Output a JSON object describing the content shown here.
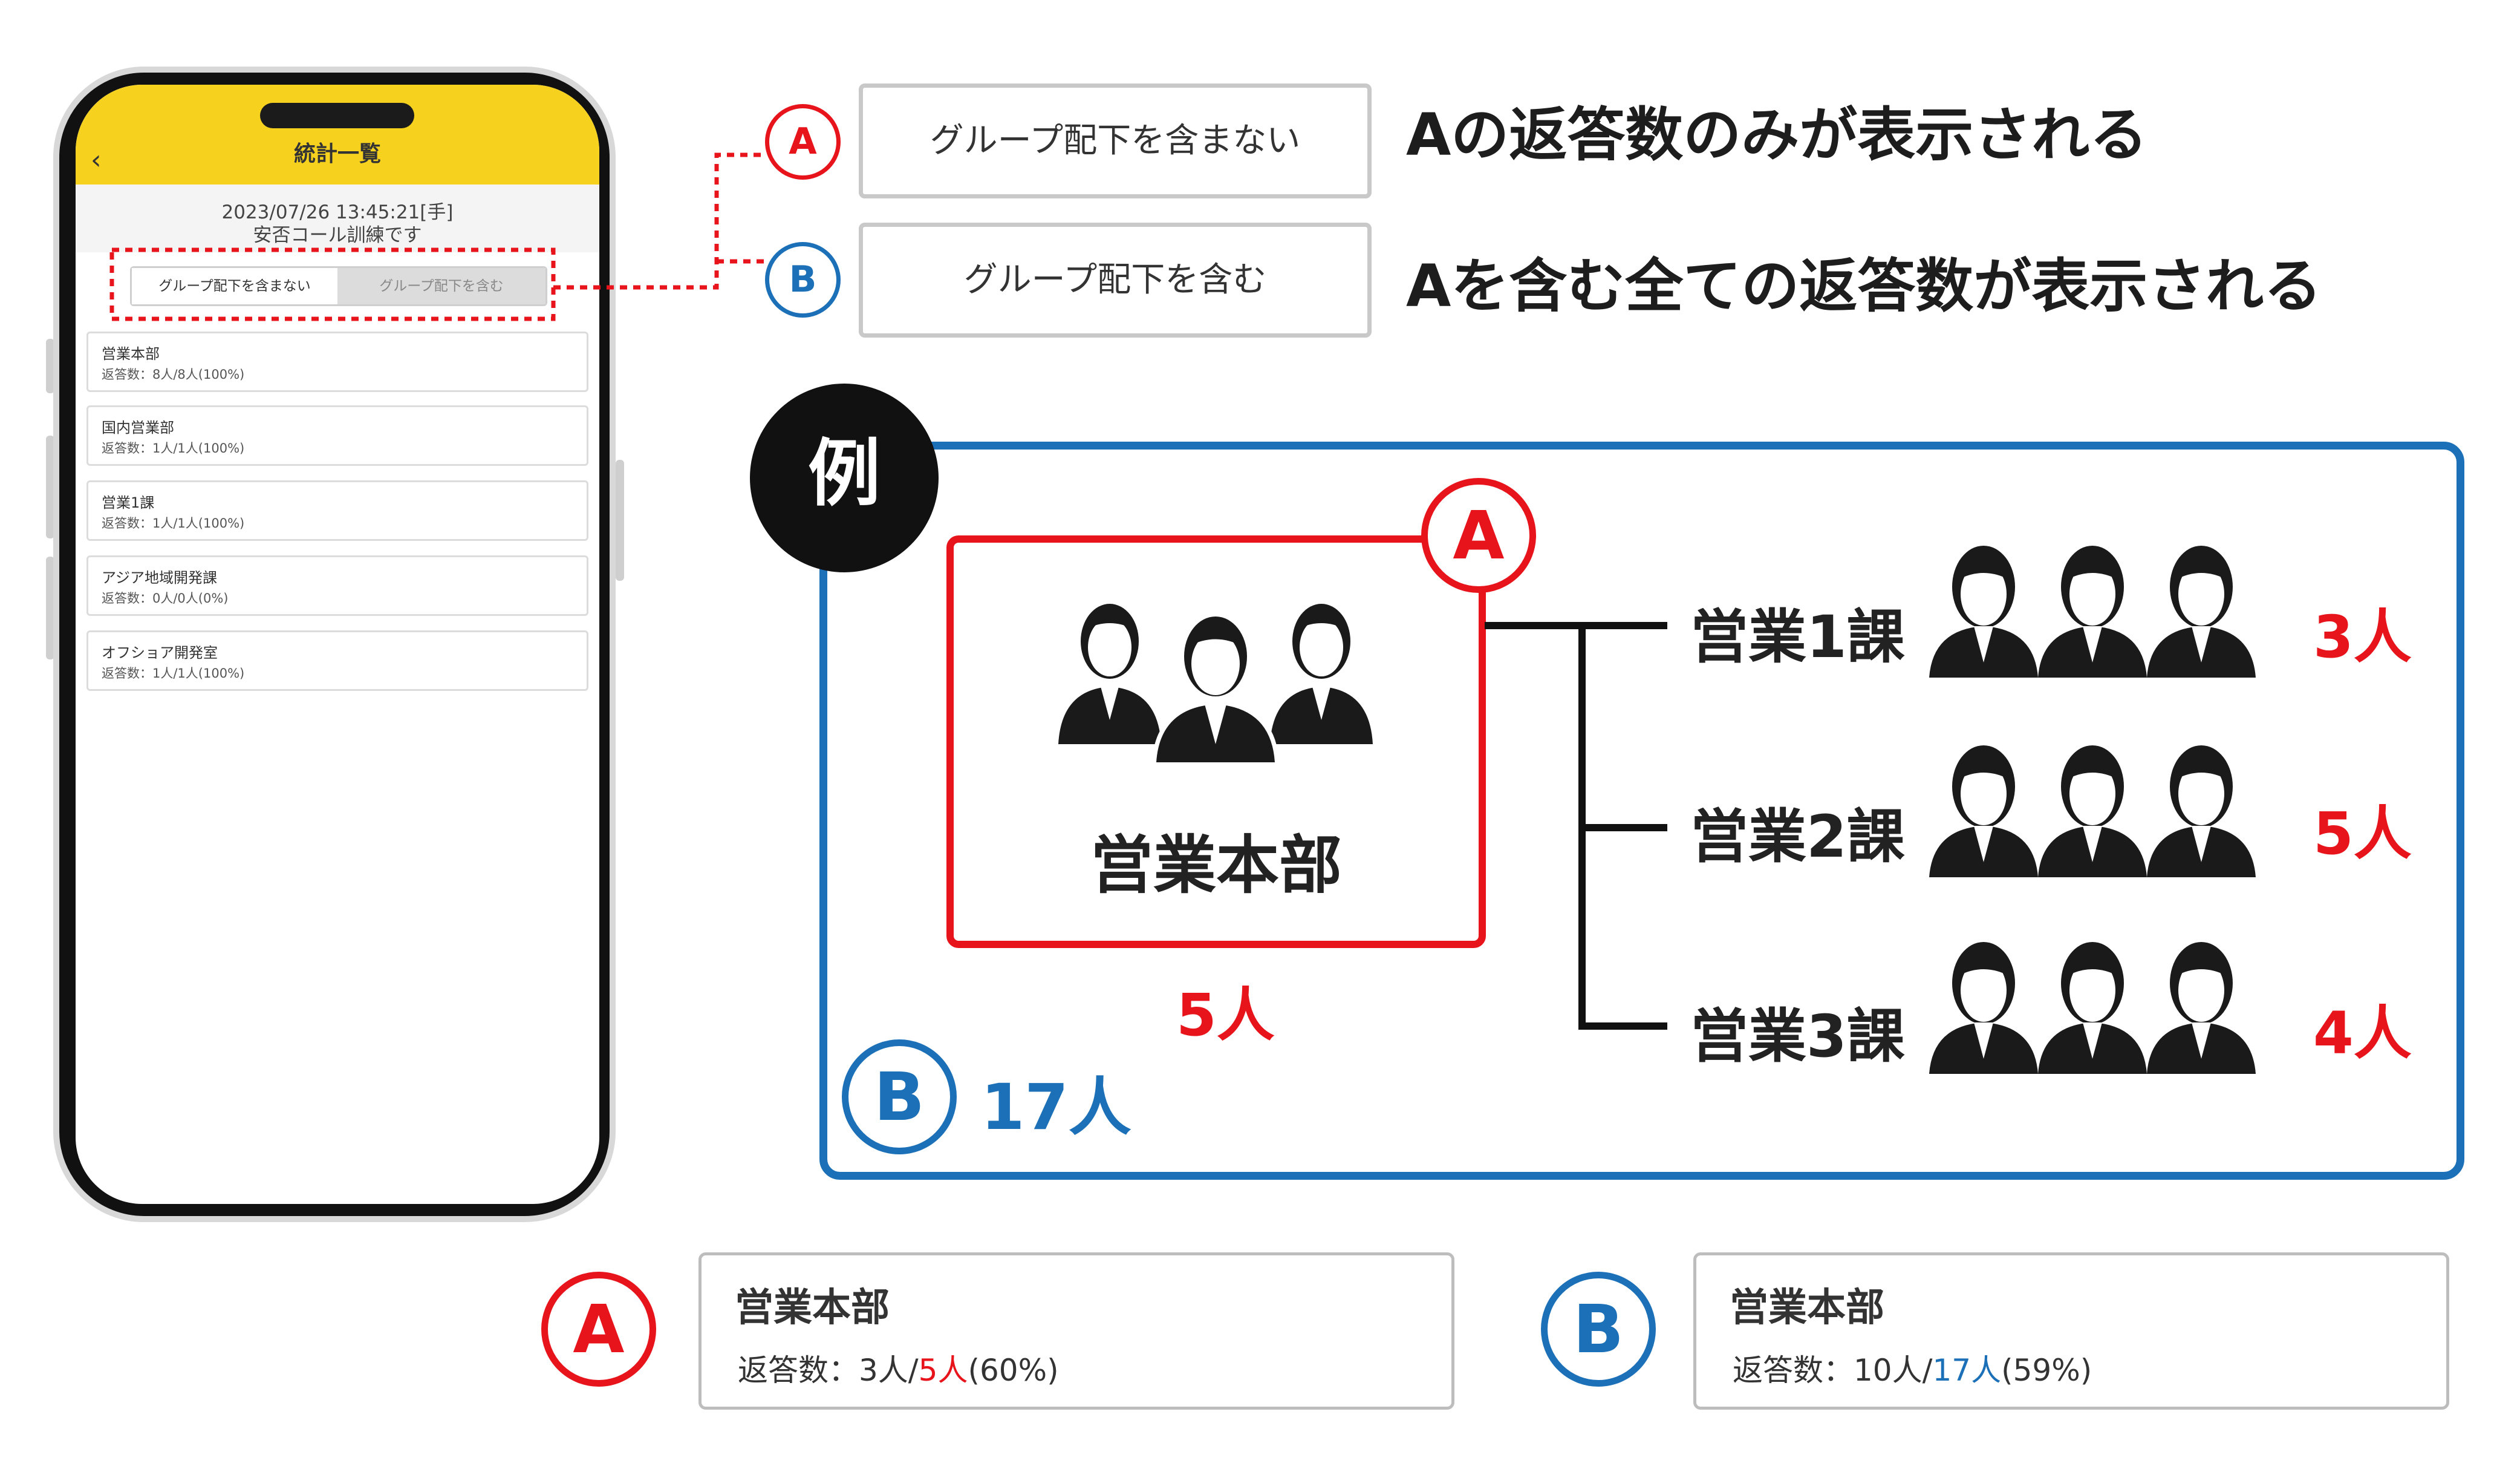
{
  "phone": {
    "title": "統計一覧",
    "back_glyph": "‹",
    "datetime": "2023/07/26 13:45:21[手]",
    "message": "安否コール訓練です",
    "segment": {
      "active": "グループ配下を含まない",
      "inactive": "グループ配下を含む"
    },
    "cards": [
      {
        "name": "営業本部",
        "stat": "返答数：8人/8人(100%)"
      },
      {
        "name": "国内営業部",
        "stat": "返答数：1人/1人(100%)"
      },
      {
        "name": "営業1課",
        "stat": "返答数：1人/1人(100%)"
      },
      {
        "name": "アジア地域開発課",
        "stat": "返答数：0人/0人(0%)"
      },
      {
        "name": "オフショア開発室",
        "stat": "返答数：1人/1人(100%)"
      }
    ]
  },
  "callouts": {
    "a": {
      "badge": "A",
      "button": "グループ配下を含まない",
      "description": "Aの返答数のみが表示される"
    },
    "b": {
      "badge": "B",
      "button": "グループ配下を含む",
      "description": "Aを含む全ての返答数が表示される"
    }
  },
  "example": {
    "badge": "例",
    "a_badge": "A",
    "b_badge": "B",
    "hq_label": "営業本部",
    "hq_count": "5人",
    "total_count": "17人",
    "sections": [
      {
        "label": "営業1課",
        "count": "3人"
      },
      {
        "label": "営業2課",
        "count": "5人"
      },
      {
        "label": "営業3課",
        "count": "4人"
      }
    ]
  },
  "results": {
    "a": {
      "badge": "A",
      "title": "営業本部",
      "stat_prefix": "返答数：3人/",
      "stat_total": "5人",
      "stat_suffix": "(60%)"
    },
    "b": {
      "badge": "B",
      "title": "営業本部",
      "stat_prefix": "返答数：10人/",
      "stat_total": "17人",
      "stat_suffix": "(59%)"
    }
  },
  "colors": {
    "red": "#e8141c",
    "blue": "#1c70b8",
    "phone_header": "#f6d21f"
  },
  "icons": [
    "people-group-icon",
    "person-icon",
    "back-chevron-icon"
  ]
}
